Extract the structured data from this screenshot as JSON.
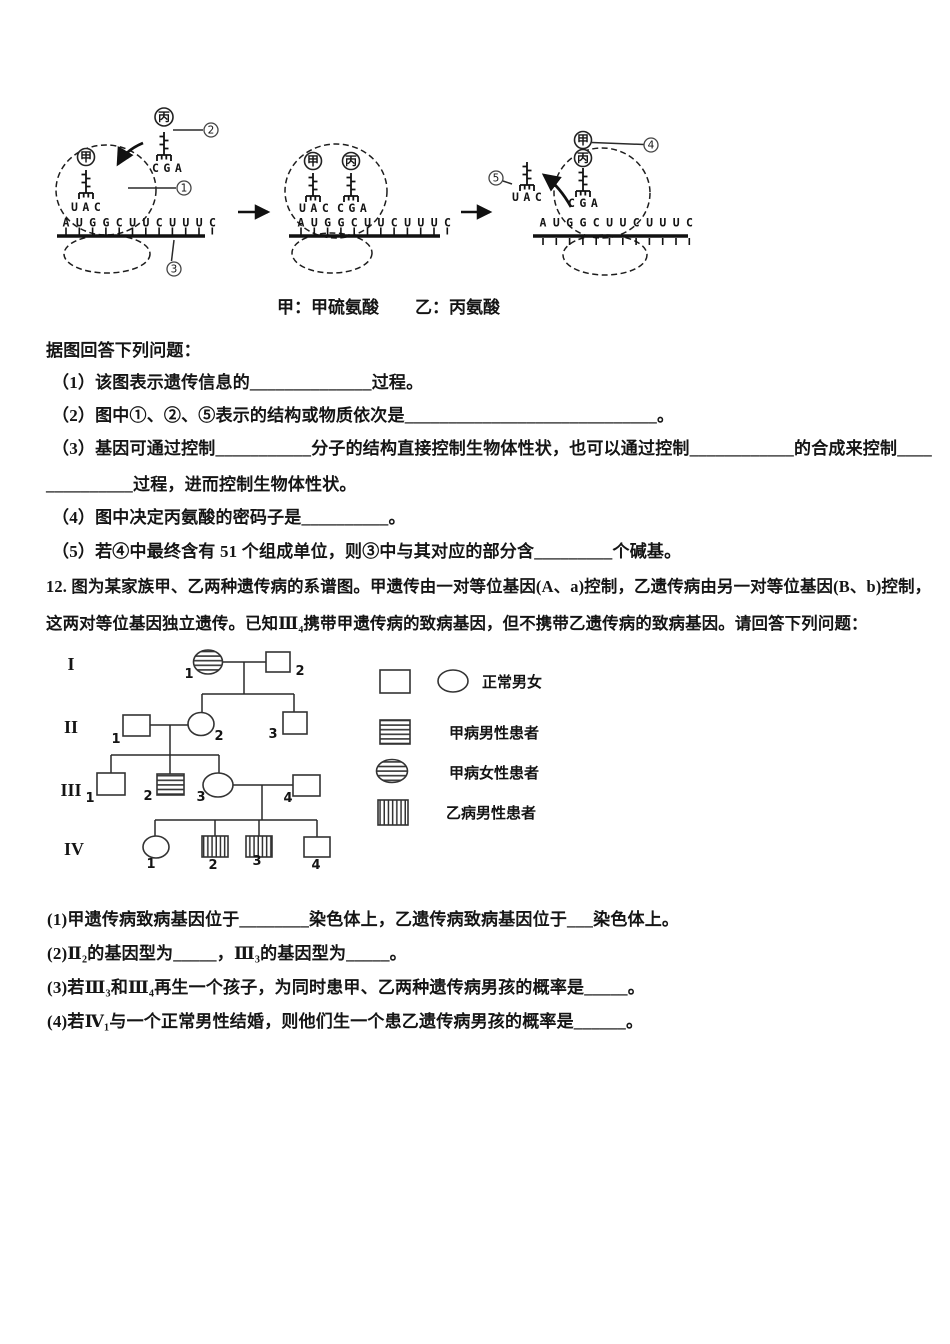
{
  "figure": {
    "caption_jia": "甲：甲硫氨酸",
    "caption_yi": "乙：丙氨酸",
    "mrna": "AUGGCUUCUUUC",
    "uac": "UAC",
    "cga": "CGA",
    "jia": "甲",
    "bing": "丙",
    "n1": "1",
    "n2": "2",
    "n3": "3",
    "n4": "4",
    "n5": "5"
  },
  "text": {
    "intro": "据图回答下列问题：",
    "q1": "（1）该图表示遗传信息的______________过程。",
    "q2": "（2）图中①、②、⑤表示的结构或物质依次是_____________________________。",
    "q3a": "（3）基因可通过控制___________分子的结构直接控制生物体性状，也可以通过控制____________的合成来控制____",
    "q3b": "__________过程，进而控制生物体性状。",
    "q4": "（4）图中决定丙氨酸的密码子是__________。",
    "q5": "（5）若④中最终含有 51 个组成单位，则③中与其对应的部分含_________个碱基。",
    "q12a": "12. 图为某家族甲、乙两种遗传病的系谱图。甲遗传由一对等位基因(A、a)控制，乙遗传病由另一对等位基因(B、b)控制，",
    "q12b": "这两对等位基因独立遗传。已知Ⅲ₄携带甲遗传病的致病基因，但不携带乙遗传病的致病基因。请回答下列问题：",
    "s1": "(1)甲遗传病致病基因位于________染色体上，乙遗传病致病基因位于___染色体上。",
    "s2": "(2)Ⅱ₂的基因型为_____，Ⅲ₃的基因型为_____。",
    "s3": "(3)若Ⅲ₃和Ⅲ₄再生一个孩子，为同时患甲、乙两种遗传病男孩的概率是_____。",
    "s4": "(4)若Ⅳ₁与一个正常男性结婚，则他们生一个患乙遗传病男孩的概率是______。"
  },
  "pedigree": {
    "gen": [
      "I",
      "II",
      "III",
      "IV"
    ],
    "num": {
      "i1": "1",
      "i2": "2",
      "ii1": "1",
      "ii2": "2",
      "ii3": "3",
      "iii1": "1",
      "iii2": "2",
      "iii3": "3",
      "iii4": "4",
      "iv1": "1",
      "iv2": "2",
      "iv3": "3",
      "iv4": "4"
    },
    "legend": [
      "正常男女",
      "甲病男性患者",
      "甲病女性患者",
      "乙病男性患者"
    ]
  }
}
